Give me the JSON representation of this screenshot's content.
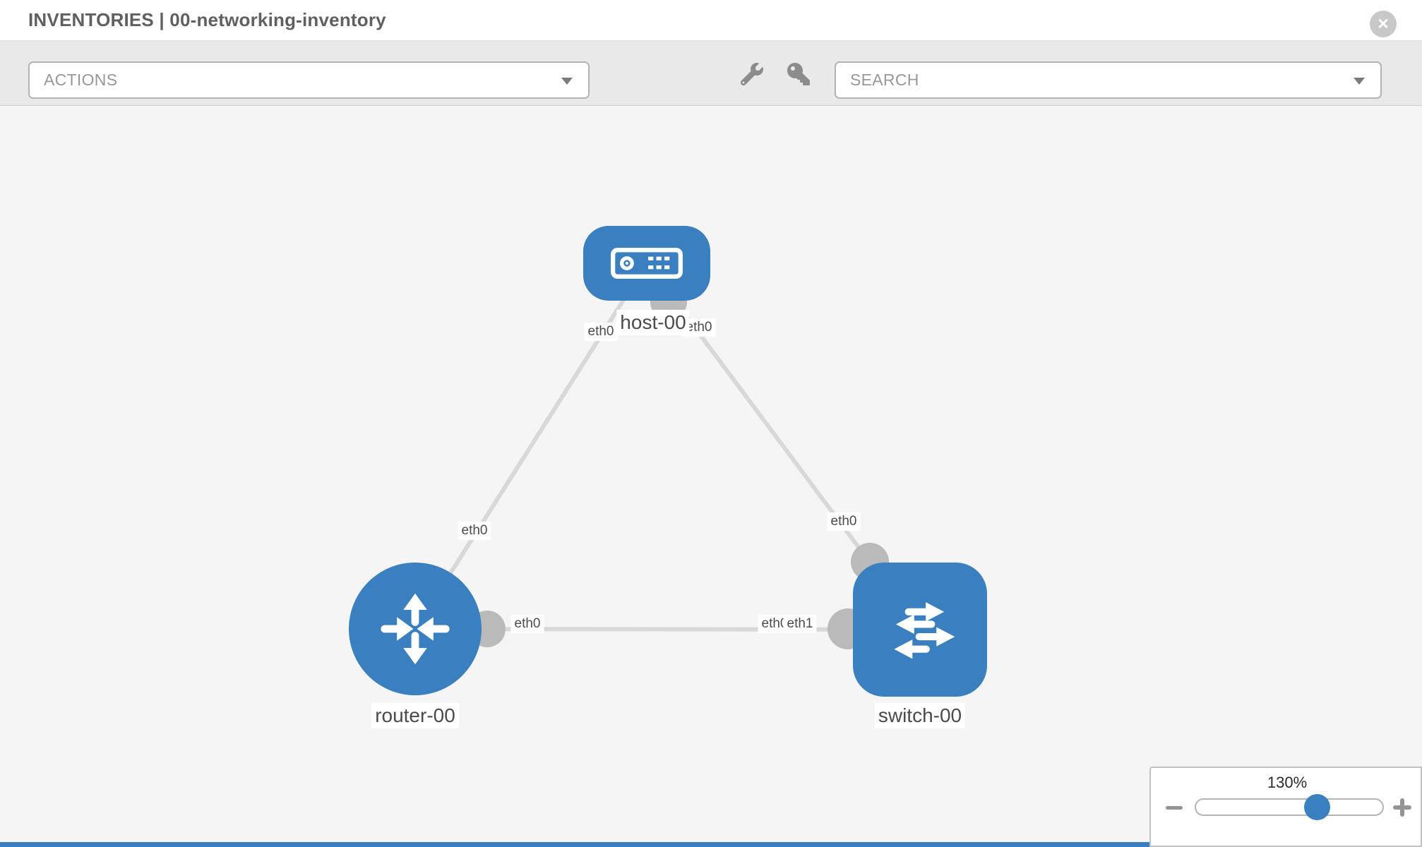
{
  "header": {
    "title": "INVENTORIES | 00-networking-inventory"
  },
  "toolbar": {
    "actions": {
      "label": "ACTIONS"
    },
    "search": {
      "label": "SEARCH"
    },
    "tools": [
      {
        "icon": "wrench-icon"
      },
      {
        "icon": "key-icon"
      }
    ]
  },
  "topology": {
    "nodes": [
      {
        "id": "host-00",
        "type": "host",
        "label": "host-00",
        "icon": "server-icon"
      },
      {
        "id": "router-00",
        "type": "router",
        "label": "router-00",
        "icon": "router-icon"
      },
      {
        "id": "switch-00",
        "type": "switch",
        "label": "switch-00",
        "icon": "switch-icon"
      }
    ],
    "links": [
      {
        "source": "host-00",
        "target": "router-00",
        "source_label": "eth0",
        "target_label": "eth0"
      },
      {
        "source": "host-00",
        "target": "switch-00",
        "source_label": "eth0",
        "target_label": "eth0"
      },
      {
        "source": "router-00",
        "target": "switch-00",
        "source_label": "eth0",
        "target_label": "eth1",
        "target_label_overlapped": "eth0"
      }
    ]
  },
  "zoom": {
    "level": "130%"
  },
  "colors": {
    "node_blue": "#3a80c0",
    "link_gray": "#d8d8d8",
    "dot_gray": "#bababa",
    "canvas_bg": "#f5f5f5",
    "toolbar_bg": "#e9e9e9",
    "accent_strip": "#3a80c0"
  }
}
